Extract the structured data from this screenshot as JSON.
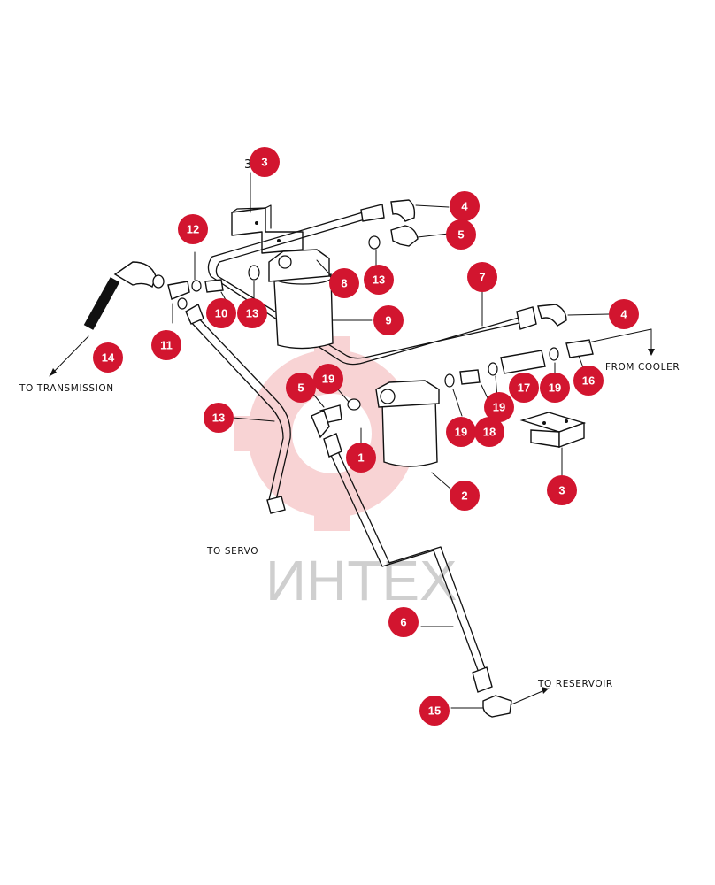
{
  "watermark": {
    "text": "ИНТЕХ",
    "color": "#f4b7b9"
  },
  "labels": {
    "to_transmission": "TO TRANSMISSION",
    "to_servo": "TO SERVO",
    "from_cooler": "FROM COOLER",
    "to_reservoir": "TO RESERVOIR",
    "stray_three": "3"
  },
  "callouts": {
    "c3a": "3",
    "c4a": "4",
    "c5a": "5",
    "c12": "12",
    "c10": "10",
    "c13a": "13",
    "c8": "8",
    "c13b": "13",
    "c7": "7",
    "c9": "9",
    "c4b": "4",
    "c14": "14",
    "c11": "11",
    "c19a": "19",
    "c5b": "5",
    "c16": "16",
    "c17": "17",
    "c19b": "19",
    "c19c": "19",
    "c19d": "19",
    "c18": "18",
    "c13c": "13",
    "c1": "1",
    "c2": "2",
    "c3b": "3",
    "c6": "6",
    "c15": "15"
  },
  "colors": {
    "callout": "#d2152f",
    "line": "#111111"
  }
}
